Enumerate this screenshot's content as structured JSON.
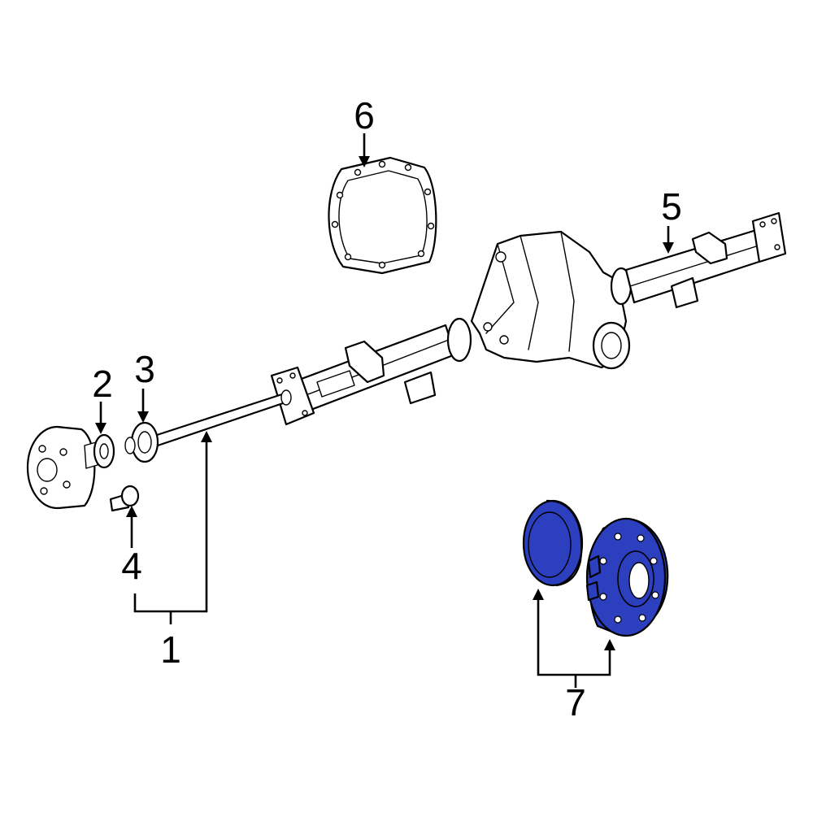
{
  "callouts": {
    "c1": "1",
    "c2": "2",
    "c3": "3",
    "c4": "4",
    "c5": "5",
    "c6": "6",
    "c7": "7"
  },
  "colors": {
    "highlight": "#2b3fbf",
    "line": "#000000",
    "background": "#ffffff"
  }
}
